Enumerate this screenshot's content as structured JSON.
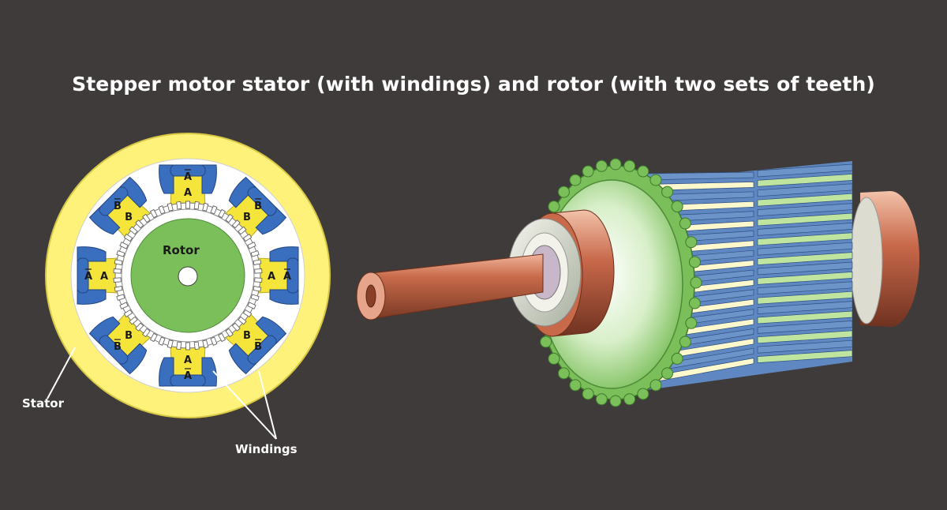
{
  "title": "Stepper motor stator (with windings) and rotor (with two sets of teeth)",
  "labels": {
    "stator": "Stator",
    "rotor": "Rotor",
    "windings": "Windings"
  },
  "coils": [
    "A",
    "A",
    "B",
    "B",
    "A",
    "A",
    "B",
    "B",
    "A",
    "A",
    "B",
    "B",
    "A",
    "A",
    "B",
    "B"
  ],
  "colors": {
    "background": "#3e3b3a",
    "stator_ring": "#fff27a",
    "stator_inner": "#ffffff",
    "winding": "#3a6fc0",
    "pole": "#f5e43a",
    "rotor": "#7bbf5a",
    "shaft": "#c86a4a",
    "teeth_blue": "#6d94c9",
    "teeth_cream": "#fff8cc"
  }
}
